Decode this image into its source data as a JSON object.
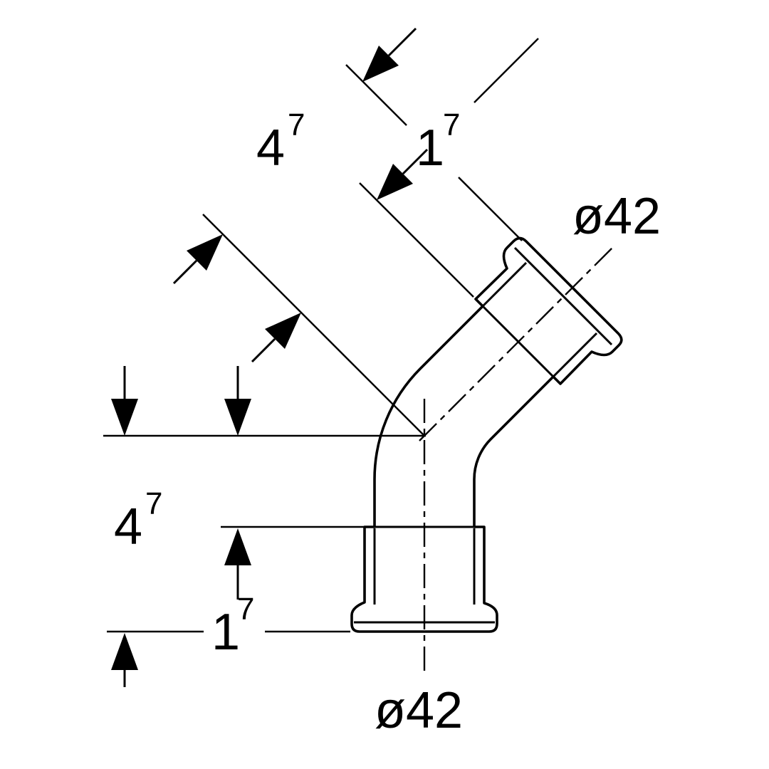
{
  "drawing": {
    "background_color": "#ffffff",
    "line_color": "#000000",
    "dimensions": {
      "top_left": {
        "main": "4",
        "sup": "7"
      },
      "top_center": {
        "main": "1",
        "sup": "7"
      },
      "bottom_left": {
        "main": "4",
        "sup": "7"
      },
      "bottom_lower_left": {
        "main": "1",
        "sup": "7"
      },
      "diameter_top_right": "ø42",
      "diameter_bottom": "ø42"
    }
  }
}
